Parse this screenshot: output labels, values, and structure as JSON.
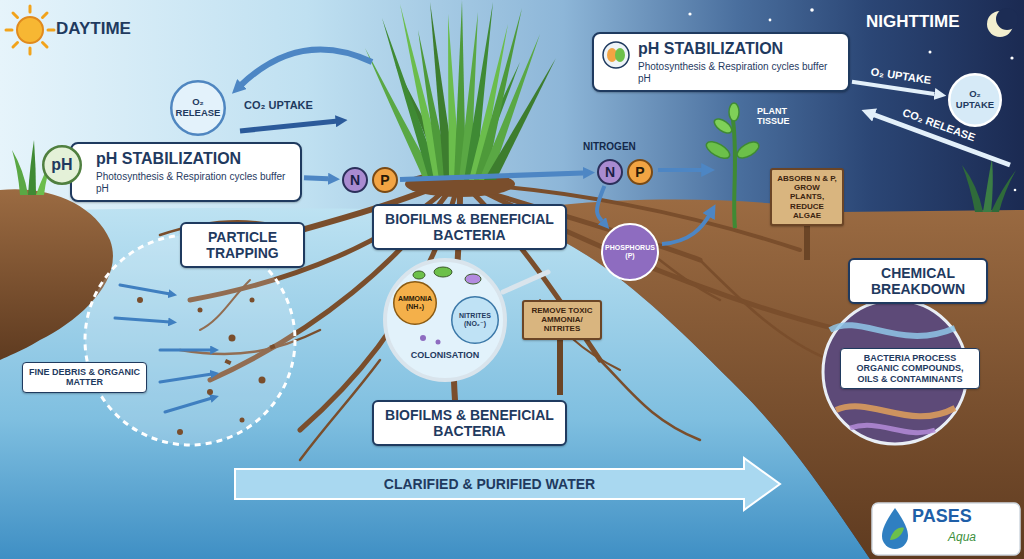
{
  "diagram": {
    "nodes": [
      {
        "text": [
          "O₂ RELEASE"
        ]
      },
      {
        "text": [
          "pH STABILIZATION",
          "Photosynthesis & Respiration cycles buffer pH"
        ]
      },
      {
        "text": [
          "pH"
        ]
      },
      {
        "text": [
          "N"
        ]
      },
      {
        "text": [
          "P"
        ]
      },
      {
        "text": [
          "pH STABILIZATION",
          "Photosynthesis & Respiration cycles buffer pH"
        ]
      },
      {
        "text": [
          "O₂ UPTAKE"
        ]
      },
      {
        "text": [
          "N"
        ]
      },
      {
        "text": [
          "P"
        ]
      },
      {
        "text": [
          "PARTICLE TRAPPING"
        ]
      },
      {
        "text": [
          "BIOFILMS & BENEFICIAL BACTERIA"
        ]
      },
      {
        "text": [
          "PHOSPHORUS (P)"
        ]
      },
      {
        "text": [
          "ABSORB N & P, GROW PLANTS, REDUCE ALGAE"
        ]
      },
      {
        "text": [
          "COLONISATION"
        ]
      },
      {
        "text": [
          "AMMONIA (NH₃)"
        ],
        "in": 13
      },
      {
        "text": [
          "NITRITES (NO₂⁻)"
        ],
        "in": 13
      },
      {
        "text": [
          "REMOVE TOXIC AMMONIA/ NITRITES"
        ]
      },
      {
        "text": [
          "CHEMICAL BREAKDOWN"
        ]
      },
      {
        "text": [
          "FINE DEBRIS & ORGANIC MATTER"
        ]
      },
      {
        "text": [
          "BIOFILMS & BENEFICIAL BACTERIA"
        ]
      },
      {
        "text": [
          "BACTERIA PROCESS ORGANIC COMPOUNDS, OILS & CONTAMINANTS"
        ]
      },
      {
        "text": [
          "CLARIFIED & PURIFIED WATER"
        ]
      }
    ],
    "edges": [
      {
        "from": 1,
        "to": 3,
        "arrow": "to"
      },
      {
        "from": 4,
        "to": 7,
        "arrow": "to"
      },
      {
        "from": 5,
        "to": 6,
        "label": "O₂ UPTAKE",
        "arrow": "to"
      },
      {
        "from": 7,
        "to": 11,
        "arrow": "to"
      },
      {
        "from": 14,
        "to": 15,
        "arrow": "to"
      }
    ],
    "labels": [
      "DAYTIME",
      "CO₂ UPTAKE",
      "NITROGEN",
      "PLANT TISSUE",
      "NIGHTTIME",
      "CO₂ RELEASE",
      "PASES",
      "Aqua"
    ]
  }
}
